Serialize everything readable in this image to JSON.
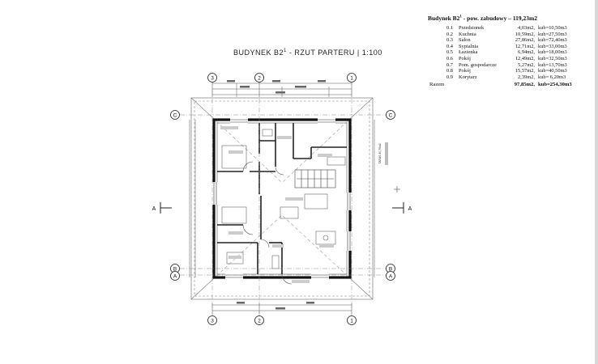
{
  "summary": {
    "title_main": "Budynek B2",
    "title_sup": "1",
    "title_rest": " - pow. zabudowy – 119,23m2",
    "rooms": [
      {
        "no": "0.1",
        "name": "Przedsionek",
        "area": "4,03m2,",
        "volume": "kub=10,50m3"
      },
      {
        "no": "0.2",
        "name": "Kuchnia",
        "area": "10,59m2,",
        "volume": "kub=27,50m3"
      },
      {
        "no": "0.3",
        "name": "Salon",
        "area": "27,86m2,",
        "volume": "kub=72,40m3"
      },
      {
        "no": "0.4",
        "name": "Sypialnia",
        "area": "12,71m2,",
        "volume": "kub=33,00m3"
      },
      {
        "no": "0.5",
        "name": "Łazienka",
        "area": "6,94m2,",
        "volume": "kub=18,00m3"
      },
      {
        "no": "0.6",
        "name": "Pokój",
        "area": "12,49m2,",
        "volume": "kub=32,50m3"
      },
      {
        "no": "0.7",
        "name": "Pom. gospodarcze",
        "area": "5,27m2,",
        "volume": "kub=13,70m3"
      },
      {
        "no": "0.8",
        "name": "Pokój",
        "area": "15,57m2,",
        "volume": "kub=40,50m3"
      },
      {
        "no": "0.9",
        "name": "Korytarz",
        "area": "2,39m2,",
        "volume": "kub= 6,20m3"
      }
    ],
    "total_label": "Razem",
    "total_area": "97,85m2,",
    "total_volume": "kub=254,30m3"
  },
  "plan": {
    "title_prefix": "BUDYNEK B2",
    "title_sup": "1",
    "title_suffix": " - RZUT PARTERU | 1:100",
    "axis_numbers": [
      "3",
      "2",
      "1"
    ],
    "axis_letters": [
      "C",
      "B",
      "A"
    ],
    "section_marker": "A",
    "stair_note": "TARAS 40,75m2"
  }
}
